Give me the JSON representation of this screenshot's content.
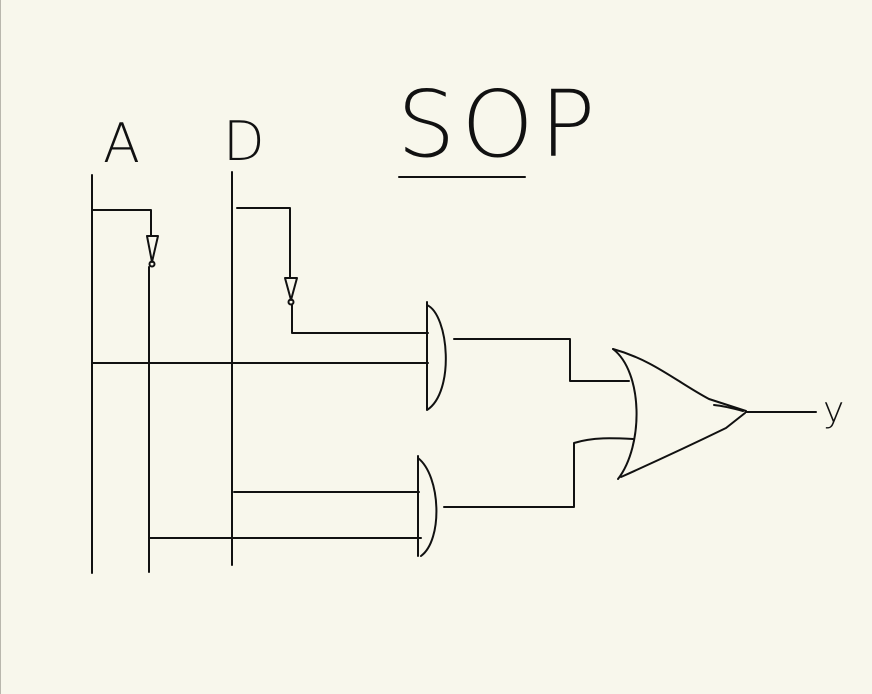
{
  "title": "SOP",
  "inputs": [
    "A",
    "D"
  ],
  "output": "y",
  "colors": {
    "background": "#f8f7ec",
    "ink": "#111111",
    "edge": "#b9b7ad"
  }
}
